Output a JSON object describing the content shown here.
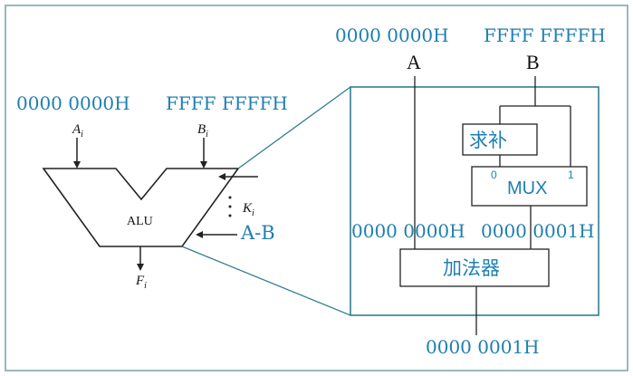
{
  "alu": {
    "input_a_value": "0000 0000H",
    "input_b_value": "FFFF FFFFH",
    "input_a_label": "A",
    "input_a_sub": "i",
    "input_b_label": "B",
    "input_b_sub": "i",
    "center_label": "ALU",
    "control_label": "K",
    "control_sub": "i",
    "operation": "A-B",
    "output_label": "F",
    "output_sub": "i"
  },
  "detail": {
    "top_a_value": "0000 0000H",
    "top_b_value": "FFFF FFFFH",
    "top_a_label": "A",
    "top_b_label": "B",
    "complement_label": "求补",
    "mux_label": "MUX",
    "mux_port_0": "0",
    "mux_port_1": "1",
    "adder_in_a": "0000 0000H",
    "adder_in_b": "0000 0001H",
    "adder_label": "加法器",
    "result_value": "0000 0001H"
  },
  "colors": {
    "accent": "#1f7fb0",
    "stroke": "#222222",
    "detail_border": "#2f7f8f",
    "frame": "#7aa0a8"
  }
}
